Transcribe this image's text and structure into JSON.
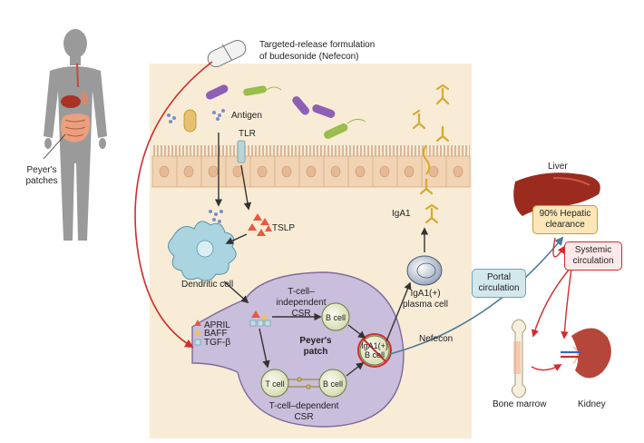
{
  "labels": {
    "drug_line1": "Targeted-release formulation",
    "drug_line2": "of budesonide (Nefecon)",
    "antigen": "Antigen",
    "tlr": "TLR",
    "tslp": "TSLP",
    "iga1": "IgA1",
    "dendritic_cell": "Dendritic cell",
    "peyers_patches_line1": "Peyer's",
    "peyers_patches_line2": "patches",
    "plasma_line1": "IgA1(+)",
    "plasma_line2": "plasma cell",
    "t_indep_line1": "T-cell–",
    "t_indep_line2": "independent",
    "t_indep_line3": "CSR",
    "t_dep_line1": "T-cell–dependent",
    "t_dep_line2": "CSR",
    "b_cell": "B cell",
    "t_cell": "T cell",
    "patch_line1": "Peyer's",
    "patch_line2": "patch",
    "iga1_b_line1": "IgA1(+)",
    "iga1_b_line2": "B cell",
    "nefecon": "Nefecon",
    "april": "APRIL",
    "baff": "BAFF",
    "tgfb": "TGF-β",
    "portal_line1": "Portal",
    "portal_line2": "circulation",
    "liver": "Liver",
    "hepatic_line1": "90% Hepatic",
    "hepatic_line2": "clearance",
    "systemic_line1": "Systemic",
    "systemic_line2": "circulation",
    "bone_marrow": "Bone marrow",
    "kidney": "Kidney"
  },
  "colors": {
    "purple_cell": "#c9bedb",
    "purple_dark": "#7e6a9c",
    "tissue": "#f7e9cf",
    "epithelium": "#f3d9bb",
    "red_arrow": "#d22d2d",
    "blue_arrow": "#4d7c96",
    "portal_box": "#d3e8ee",
    "hepatic_box": "#fbe6b8",
    "liver": "#9b2a1f",
    "kidney": "#b5463a",
    "body": "#9a9a9a"
  }
}
